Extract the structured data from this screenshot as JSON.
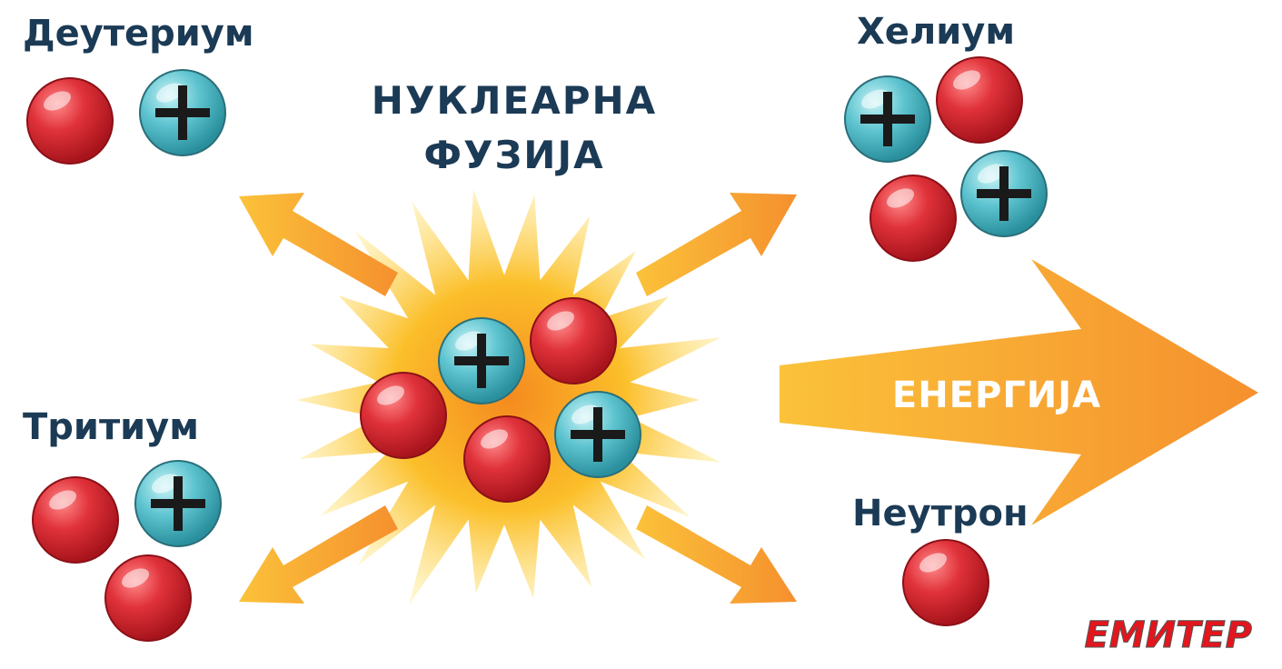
{
  "labels": {
    "deuterium": "Деутериум",
    "tritium": "Тритиум",
    "helium": "Хелиум",
    "neutron": "Неутрон",
    "title_line1": "НУКЛЕАРНА",
    "title_line2": "ФУЗИЈА",
    "energy": "ЕНЕРГИЈА"
  },
  "logo": "ЕМИТЕР",
  "colors": {
    "text": "#1b3a55",
    "neutron": "#d9252e",
    "proton": "#5cc3cf",
    "arrow": "#f7a13a",
    "logo": "#e3161d"
  }
}
